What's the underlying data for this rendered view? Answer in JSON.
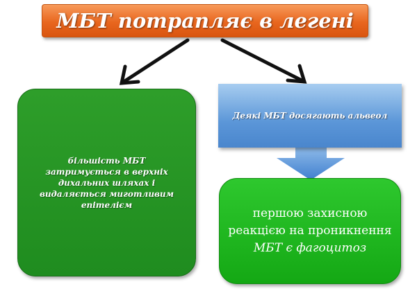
{
  "title": "МБТ потрапляє в легені",
  "left_box": {
    "text": "більшість МБТ затримується в верхніх дихальних шляхах і видаляється миготливим епітелієм"
  },
  "middle_box": {
    "text": "Деякі МБТ досягають альвеол"
  },
  "bottom_box": {
    "line_regular": "першою захисною реакцією на проникнення",
    "line_italic": "МБТ є фагоцитоз"
  },
  "colors": {
    "title_bg": "#e8661e",
    "left_bg": "#1f8c1f",
    "middle_bg": "#5b96d8",
    "bottom_bg": "#14a814",
    "arrow": "#111111",
    "down_arrow": "#4a86cd"
  }
}
